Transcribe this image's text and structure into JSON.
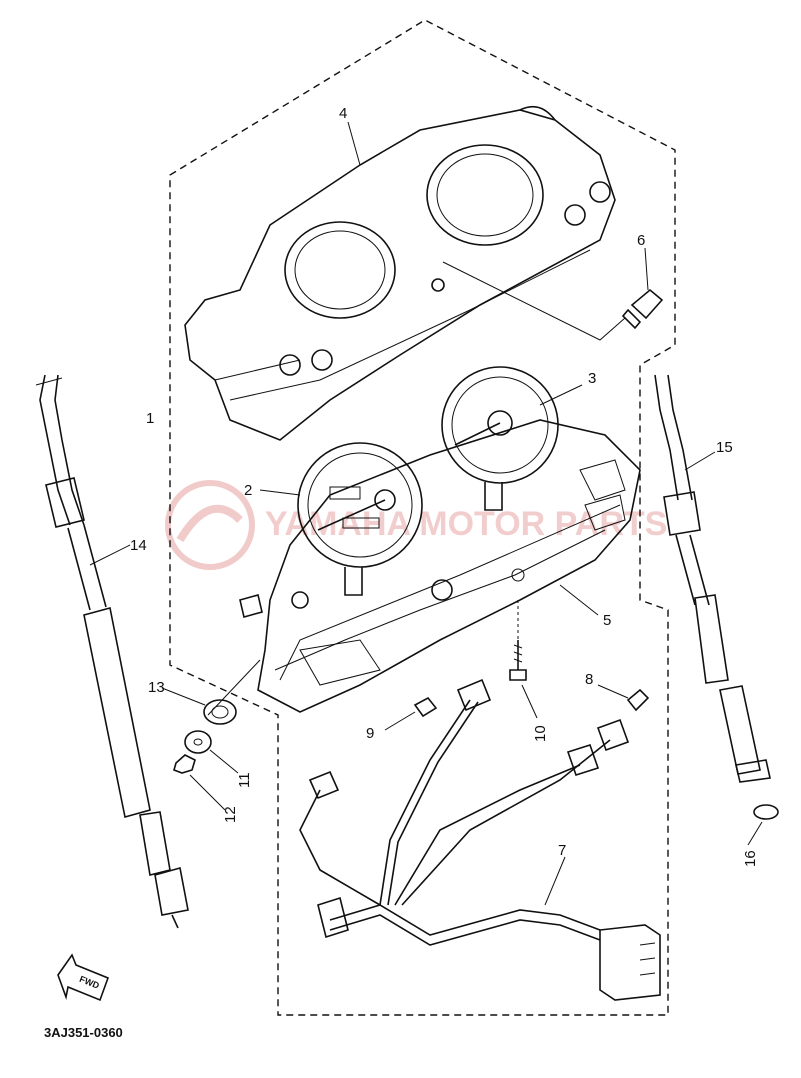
{
  "diagram_code": "3AJ351-0360",
  "fwd_label": "FWD",
  "watermark": "YAMAHA MOTOR PARTS",
  "callouts": [
    {
      "id": "1",
      "text": "1"
    },
    {
      "id": "2",
      "text": "2"
    },
    {
      "id": "3",
      "text": "3"
    },
    {
      "id": "4",
      "text": "4"
    },
    {
      "id": "5",
      "text": "5"
    },
    {
      "id": "6",
      "text": "6"
    },
    {
      "id": "7",
      "text": "7"
    },
    {
      "id": "8",
      "text": "8"
    },
    {
      "id": "9",
      "text": "9"
    },
    {
      "id": "10",
      "text": "10"
    },
    {
      "id": "11",
      "text": "11"
    },
    {
      "id": "12",
      "text": "12"
    },
    {
      "id": "13",
      "text": "13"
    },
    {
      "id": "14",
      "text": "14"
    },
    {
      "id": "15",
      "text": "15"
    },
    {
      "id": "16",
      "text": "16"
    }
  ]
}
